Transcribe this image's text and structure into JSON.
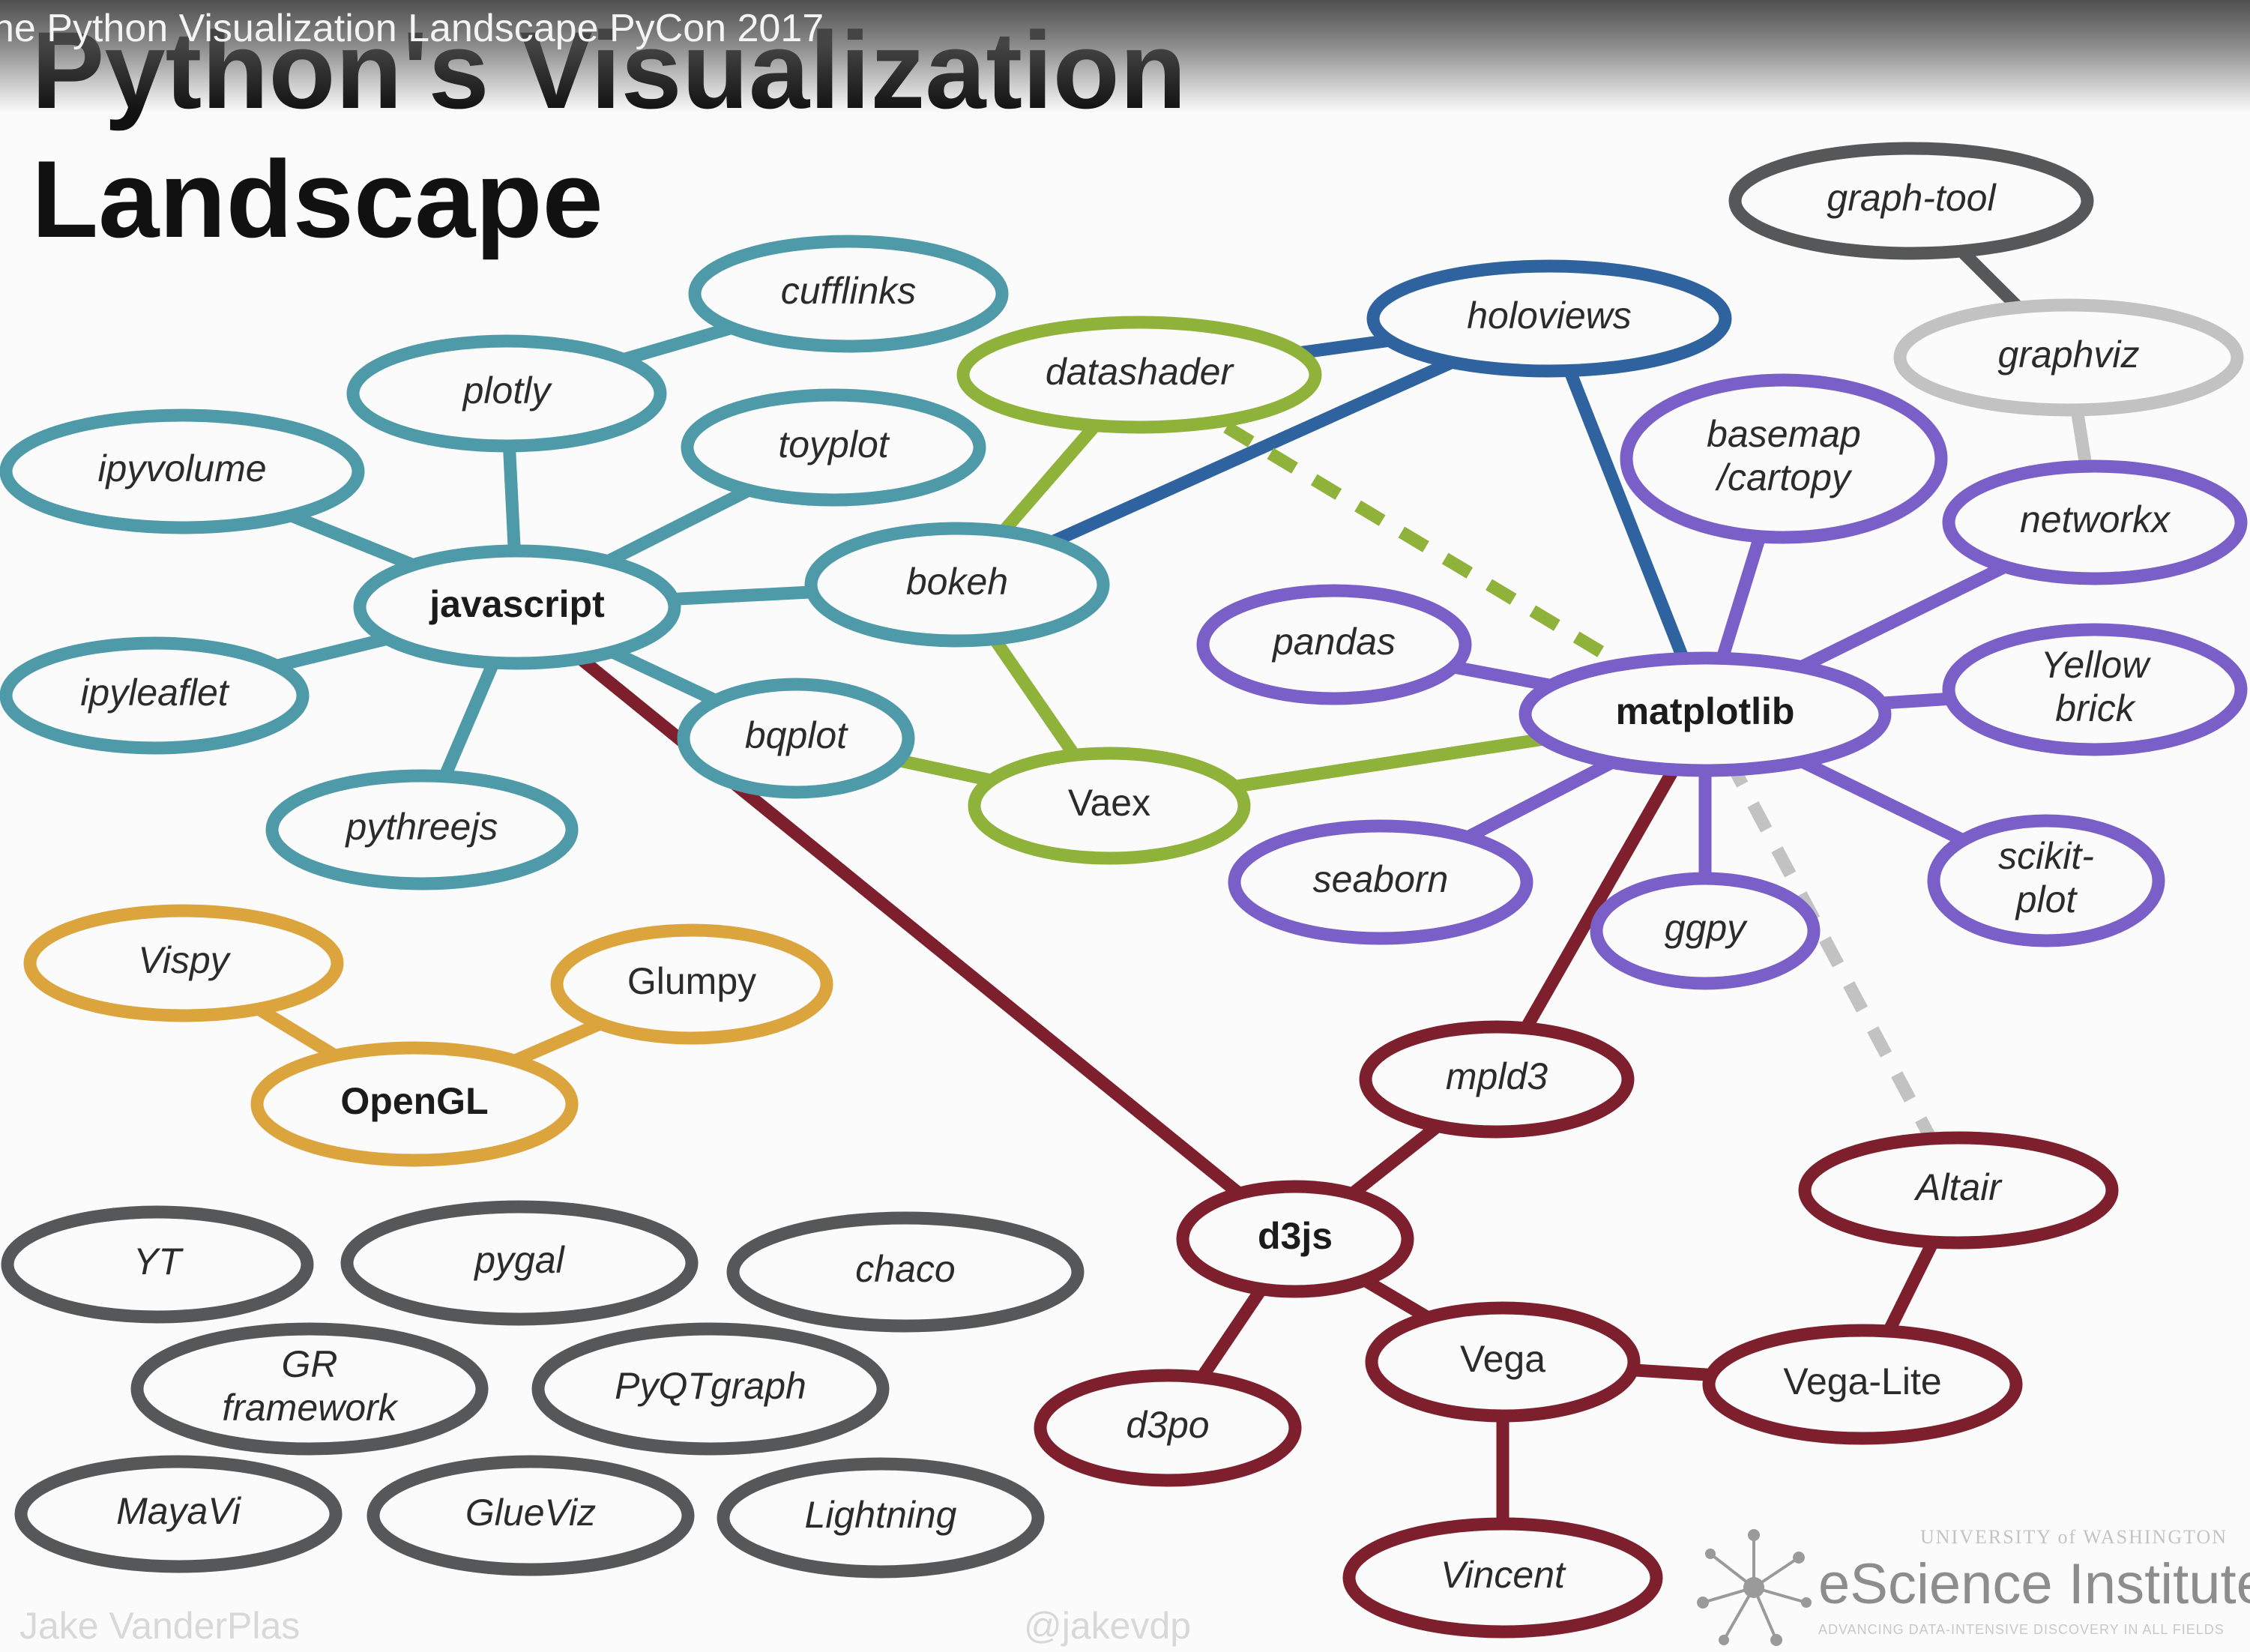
{
  "video": {
    "title": "he Python Visualization Landscape PyCon 2017"
  },
  "slide": {
    "title_lines": [
      "Python's Visualization",
      "Landscape"
    ],
    "footer_author": "Jake VanderPlas",
    "footer_handle": "@jakevdp"
  },
  "logo": {
    "university": "UNIVERSITY of WASHINGTON",
    "name": "eScience Institute",
    "tagline": "ADVANCING DATA-INTENSIVE DISCOVERY IN ALL FIELDS"
  },
  "colors": {
    "teal": "#4e9aa8",
    "green": "#8fb23a",
    "blue": "#2f63a0",
    "purple": "#7a5fc8",
    "red": "#7d1f2c",
    "orange": "#dca43c",
    "gray": "#555758",
    "lightgray": "#c2c2c2"
  },
  "nodes": [
    {
      "id": "cufflinks",
      "label": "cufflinks",
      "color": "teal"
    },
    {
      "id": "plotly",
      "label": "plotly",
      "color": "teal"
    },
    {
      "id": "toyplot",
      "label": "toyplot",
      "color": "teal"
    },
    {
      "id": "ipyvolume",
      "label": "ipyvolume",
      "color": "teal"
    },
    {
      "id": "javascript",
      "label": "javascript",
      "color": "teal",
      "hub": true
    },
    {
      "id": "ipyleaflet",
      "label": "ipyleaflet",
      "color": "teal"
    },
    {
      "id": "pythreejs",
      "label": "pythreejs",
      "color": "teal"
    },
    {
      "id": "bokeh",
      "label": "bokeh",
      "color": "teal"
    },
    {
      "id": "bqplot",
      "label": "bqplot",
      "color": "teal"
    },
    {
      "id": "datashader",
      "label": "datashader",
      "color": "green"
    },
    {
      "id": "vaex",
      "label": "Vaex",
      "color": "green",
      "plain": true
    },
    {
      "id": "holoviews",
      "label": "holoviews",
      "color": "blue"
    },
    {
      "id": "graph-tool",
      "label": "graph-tool",
      "color": "gray"
    },
    {
      "id": "graphviz",
      "label": "graphviz",
      "color": "lightgray"
    },
    {
      "id": "basemap",
      "label": "basemap\n/cartopy",
      "color": "purple"
    },
    {
      "id": "networkx",
      "label": "networkx",
      "color": "purple"
    },
    {
      "id": "pandas",
      "label": "pandas",
      "color": "purple"
    },
    {
      "id": "matplotlib",
      "label": "matplotlib",
      "color": "purple",
      "hub": true
    },
    {
      "id": "yellowbrick",
      "label": "Yellow\nbrick",
      "color": "purple"
    },
    {
      "id": "seaborn",
      "label": "seaborn",
      "color": "purple"
    },
    {
      "id": "ggpy",
      "label": "ggpy",
      "color": "purple"
    },
    {
      "id": "scikitplot",
      "label": "scikit-\nplot",
      "color": "purple"
    },
    {
      "id": "vispy",
      "label": "Vispy",
      "color": "orange"
    },
    {
      "id": "glumpy",
      "label": "Glumpy",
      "color": "orange",
      "plain": true
    },
    {
      "id": "opengl",
      "label": "OpenGL",
      "color": "orange",
      "hub": true
    },
    {
      "id": "mpld3",
      "label": "mpld3",
      "color": "red"
    },
    {
      "id": "d3js",
      "label": "d3js",
      "color": "red",
      "hub": true
    },
    {
      "id": "altair",
      "label": "Altair",
      "color": "red"
    },
    {
      "id": "vega",
      "label": "Vega",
      "color": "red",
      "plain": true
    },
    {
      "id": "vegalite",
      "label": "Vega-Lite",
      "color": "red",
      "plain": true
    },
    {
      "id": "d3po",
      "label": "d3po",
      "color": "red"
    },
    {
      "id": "vincent",
      "label": "Vincent",
      "color": "red"
    },
    {
      "id": "yt",
      "label": "YT",
      "color": "gray"
    },
    {
      "id": "pygal",
      "label": "pygal",
      "color": "gray"
    },
    {
      "id": "chaco",
      "label": "chaco",
      "color": "gray"
    },
    {
      "id": "gr",
      "label": "GR\nframework",
      "color": "gray"
    },
    {
      "id": "pyqtgraph",
      "label": "PyQTgraph",
      "color": "gray"
    },
    {
      "id": "mayavi",
      "label": "MayaVi",
      "color": "gray"
    },
    {
      "id": "glueviz",
      "label": "GlueViz",
      "color": "gray"
    },
    {
      "id": "lightning",
      "label": "Lightning",
      "color": "gray"
    }
  ],
  "edges": [
    {
      "from": "plotly",
      "to": "cufflinks",
      "color": "teal"
    },
    {
      "from": "javascript",
      "to": "plotly",
      "color": "teal"
    },
    {
      "from": "javascript",
      "to": "toyplot",
      "color": "teal"
    },
    {
      "from": "javascript",
      "to": "ipyvolume",
      "color": "teal"
    },
    {
      "from": "javascript",
      "to": "ipyleaflet",
      "color": "teal"
    },
    {
      "from": "javascript",
      "to": "pythreejs",
      "color": "teal"
    },
    {
      "from": "javascript",
      "to": "bokeh",
      "color": "teal"
    },
    {
      "from": "javascript",
      "to": "bqplot",
      "color": "teal"
    },
    {
      "from": "javascript",
      "to": "d3js",
      "color": "red"
    },
    {
      "from": "datashader",
      "to": "holoviews",
      "color": "blue"
    },
    {
      "from": "bokeh",
      "to": "holoviews",
      "color": "blue"
    },
    {
      "from": "holoviews",
      "to": "matplotlib",
      "color": "blue"
    },
    {
      "from": "datashader",
      "to": "bokeh",
      "color": "green"
    },
    {
      "from": "bokeh",
      "to": "vaex",
      "color": "green"
    },
    {
      "from": "bqplot",
      "to": "vaex",
      "color": "green"
    },
    {
      "from": "vaex",
      "to": "matplotlib",
      "color": "green"
    },
    {
      "from": "datashader",
      "to": "matplotlib",
      "color": "green",
      "dashed": true
    },
    {
      "from": "graph-tool",
      "to": "graphviz",
      "color": "gray"
    },
    {
      "from": "graphviz",
      "to": "networkx",
      "color": "lightgray"
    },
    {
      "from": "matplotlib",
      "to": "basemap",
      "color": "purple"
    },
    {
      "from": "matplotlib",
      "to": "networkx",
      "color": "purple"
    },
    {
      "from": "matplotlib",
      "to": "pandas",
      "color": "purple"
    },
    {
      "from": "matplotlib",
      "to": "yellowbrick",
      "color": "purple"
    },
    {
      "from": "matplotlib",
      "to": "seaborn",
      "color": "purple"
    },
    {
      "from": "matplotlib",
      "to": "ggpy",
      "color": "purple"
    },
    {
      "from": "matplotlib",
      "to": "scikitplot",
      "color": "purple"
    },
    {
      "from": "matplotlib",
      "to": "mpld3",
      "color": "red"
    },
    {
      "from": "matplotlib",
      "to": "altair",
      "color": "lightgray",
      "dashed": true
    },
    {
      "from": "vispy",
      "to": "opengl",
      "color": "orange"
    },
    {
      "from": "glumpy",
      "to": "opengl",
      "color": "orange"
    },
    {
      "from": "mpld3",
      "to": "d3js",
      "color": "red"
    },
    {
      "from": "d3js",
      "to": "d3po",
      "color": "red"
    },
    {
      "from": "d3js",
      "to": "vega",
      "color": "red"
    },
    {
      "from": "vega",
      "to": "vegalite",
      "color": "red"
    },
    {
      "from": "vegalite",
      "to": "altair",
      "color": "red"
    },
    {
      "from": "vega",
      "to": "vincent",
      "color": "red"
    }
  ]
}
